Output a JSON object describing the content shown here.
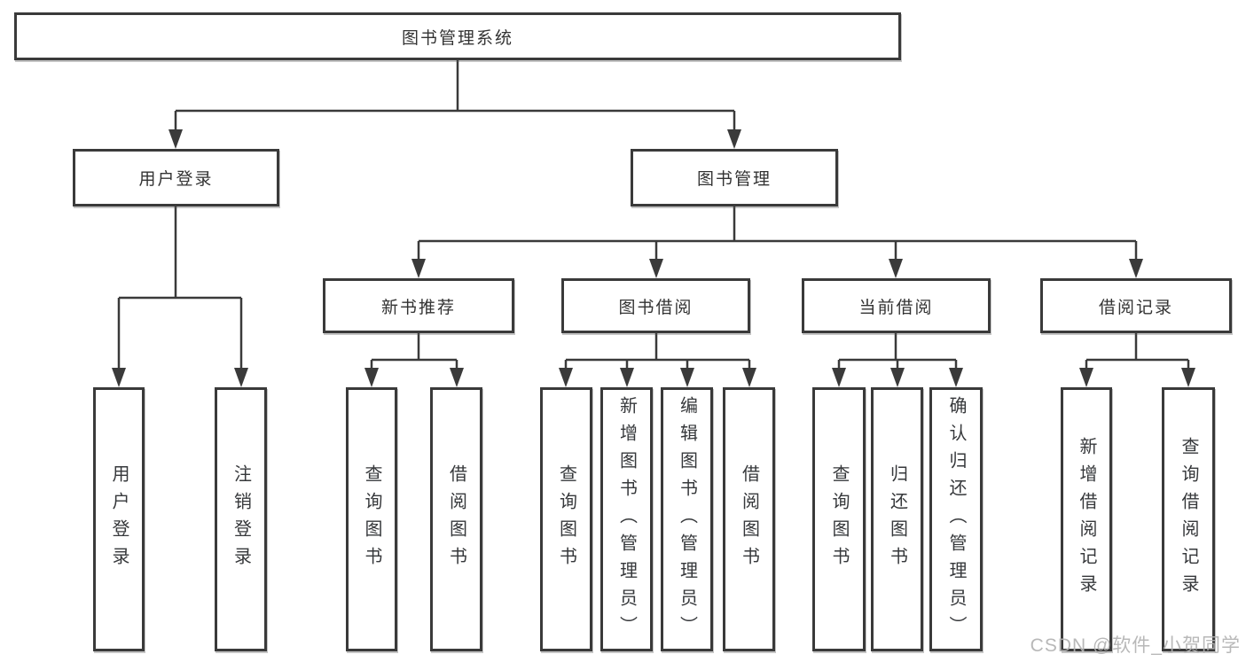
{
  "diagram_type": "hierarchy-tree",
  "colors": {
    "line": "#3a3a3a",
    "box_border": "#3a3a3a",
    "text": "#333333",
    "watermark": "#b2b2b2",
    "background": "#ffffff"
  },
  "nodes": {
    "root": "图书管理系统",
    "userLogin": "用户登录",
    "bookManagement": "图书管理",
    "newBookRec": "新书推荐",
    "bookBorrow": "图书借阅",
    "currentBorrow": "当前借阅",
    "borrowRecords": "借阅记录",
    "leafUserLogin": "用户登录",
    "leafLogout": "注销登录",
    "leafQueryBooksA": "查询图书",
    "leafBorrowBooksA": "借阅图书",
    "leafQueryBooksB": "查询图书",
    "leafAddBooks": "新增图书（管理员）",
    "leafEditBooks": "编辑图书（管理员）",
    "leafBorrowBooksB": "借阅图书",
    "leafQueryBooksC": "查询图书",
    "leafReturnBooks": "归还图书",
    "leafConfirmReturn": "确认归还（管理员）",
    "leafAddBorrowRecord": "新增借阅记录",
    "leafQueryBorrowRecord": "查询借阅记录"
  },
  "structure": {
    "图书管理系统": {
      "用户登录": [
        "用户登录",
        "注销登录"
      ],
      "图书管理": {
        "新书推荐": [
          "查询图书",
          "借阅图书"
        ],
        "图书借阅": [
          "查询图书",
          "新增图书（管理员）",
          "编辑图书（管理员）",
          "借阅图书"
        ],
        "当前借阅": [
          "查询图书",
          "归还图书",
          "确认归还（管理员）"
        ],
        "借阅记录": [
          "新增借阅记录",
          "查询借阅记录"
        ]
      }
    }
  },
  "watermark": "CSDN @软件_小贺同学"
}
